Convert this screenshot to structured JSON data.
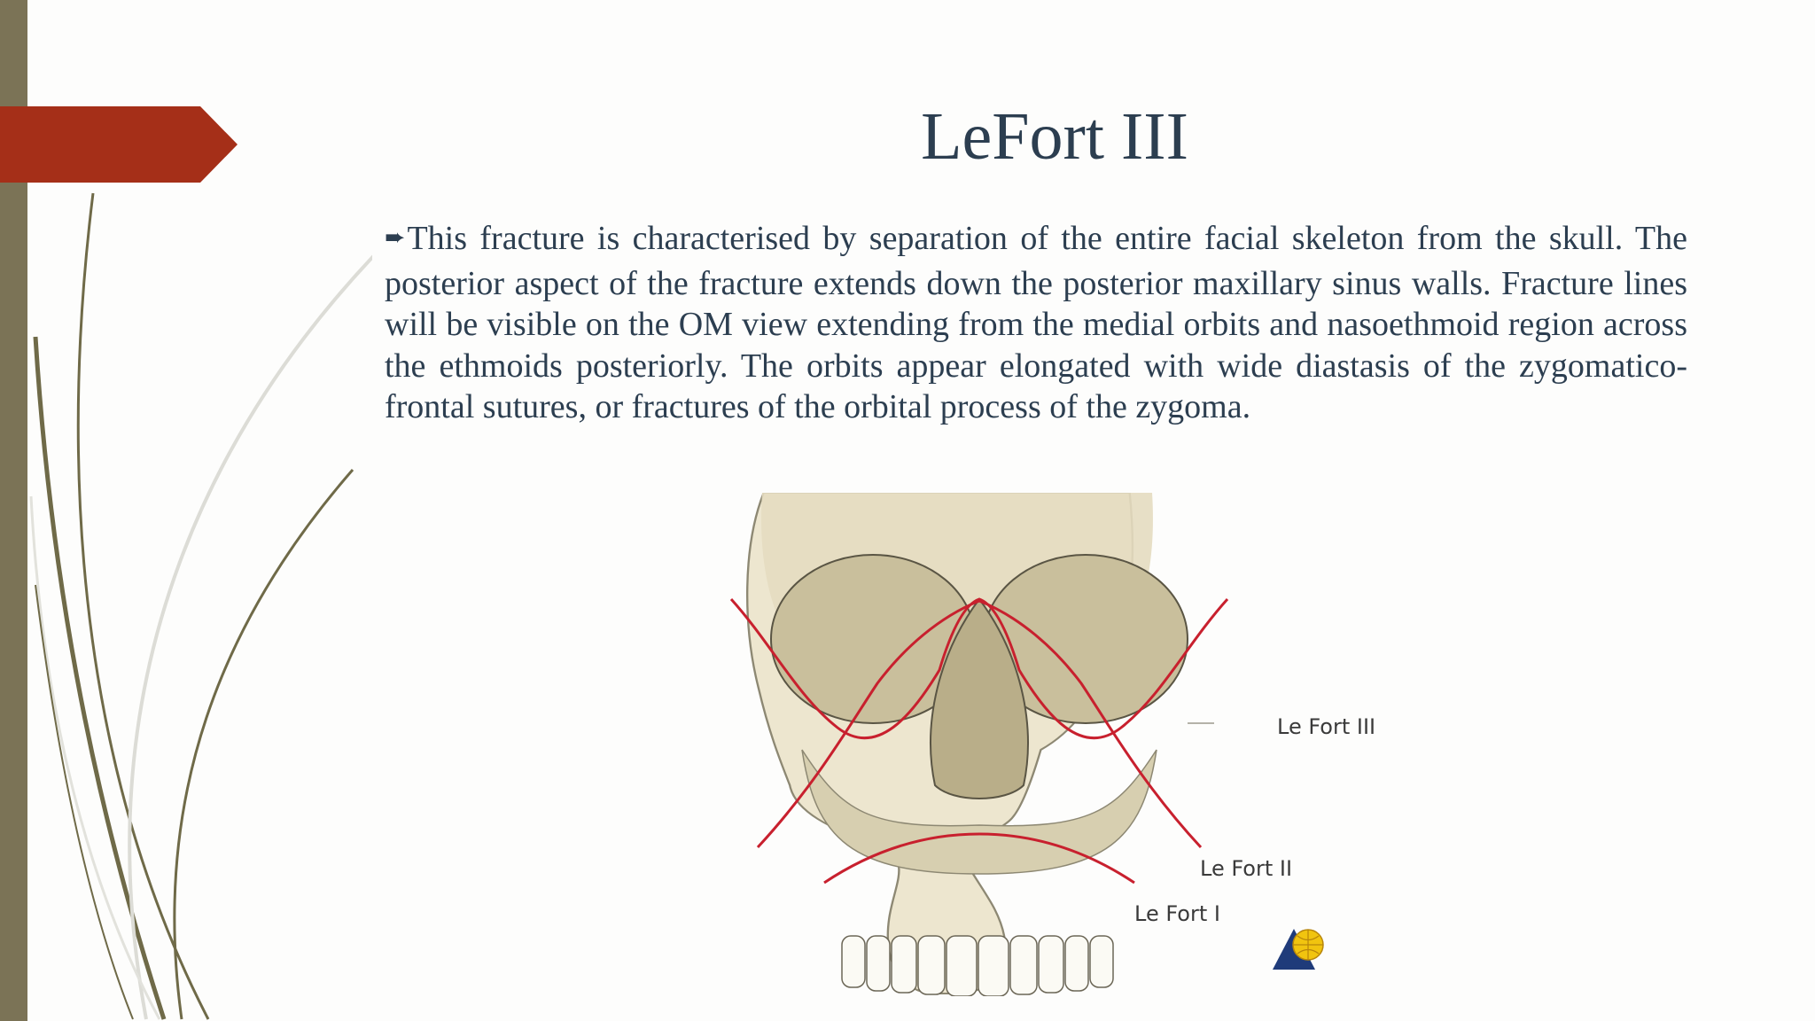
{
  "slide": {
    "title": "LeFort III",
    "bullet_icon": "arrow-bullet-icon",
    "paragraph": "This fracture is characterised by separation of the entire facial skeleton from the skull. The posterior aspect of the fracture extends down the posterior maxillary sinus walls. Fracture lines will be visible on the OM view extending from the medial orbits and nasoethmoid region across the ethmoids posteriorly. The orbits appear elongated with wide diastasis of the zygomatico-frontal sutures, or fractures of the orbital process of the zygoma.",
    "colors": {
      "accent_bar": "#7b7356",
      "tab": "#a52f18",
      "text": "#2c3e50",
      "fracture_line": "#c8202e"
    }
  },
  "figure": {
    "labels": {
      "lefort3": "Le Fort III",
      "lefort2": "Le Fort II",
      "lefort1": "Le Fort I"
    },
    "logo_icon": "globe-triangle-logo-icon"
  }
}
